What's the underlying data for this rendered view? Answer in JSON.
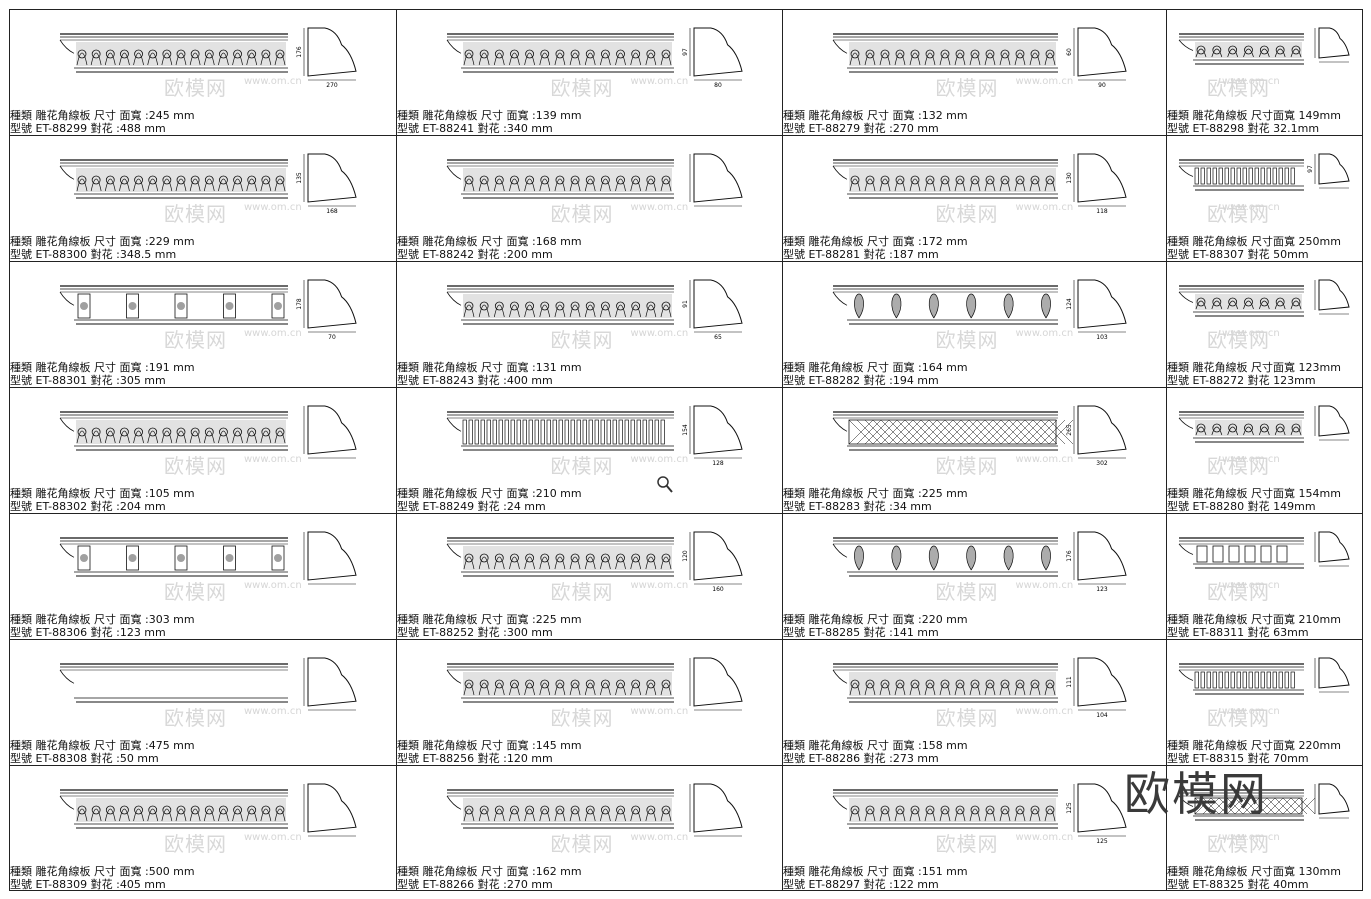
{
  "labels": {
    "type": "種類",
    "model": "型號",
    "category": "雕花角線板",
    "size": "尺寸",
    "face_width": "面寬",
    "repeat": "對花",
    "unit": "mm"
  },
  "watermark": {
    "brand": "欧模网",
    "url": "www.om.cn"
  },
  "items": [
    {
      "code": "ET-88299",
      "face": "245",
      "repeat": "488",
      "motif": "floral"
    },
    {
      "code": "ET-88241",
      "face": "139",
      "repeat": "340",
      "motif": "floral"
    },
    {
      "code": "ET-88279",
      "face": "132",
      "repeat": "270",
      "motif": "floral"
    },
    {
      "code": "ET-88298",
      "face": "149",
      "repeat": "32.1",
      "motif": "floral"
    },
    {
      "code": "ET-88300",
      "face": "229",
      "repeat": "348.5",
      "motif": "floral"
    },
    {
      "code": "ET-88242",
      "face": "168",
      "repeat": "200",
      "motif": "floral"
    },
    {
      "code": "ET-88281",
      "face": "172",
      "repeat": "187",
      "motif": "floral"
    },
    {
      "code": "ET-88307",
      "face": "250",
      "repeat": "50",
      "motif": "dentil"
    },
    {
      "code": "ET-88301",
      "face": "191",
      "repeat": "305",
      "motif": "column"
    },
    {
      "code": "ET-88243",
      "face": "131",
      "repeat": "400",
      "motif": "floral"
    },
    {
      "code": "ET-88282",
      "face": "164",
      "repeat": "194",
      "motif": "leaf"
    },
    {
      "code": "ET-88272",
      "face": "123",
      "repeat": "123",
      "motif": "floral"
    },
    {
      "code": "ET-88302",
      "face": "105",
      "repeat": "204",
      "motif": "floral"
    },
    {
      "code": "ET-88249",
      "face": "210",
      "repeat": "24",
      "motif": "dentil"
    },
    {
      "code": "ET-88283",
      "face": "225",
      "repeat": "34",
      "motif": "lattice"
    },
    {
      "code": "ET-88280",
      "face": "154",
      "repeat": "149",
      "motif": "floral"
    },
    {
      "code": "ET-88306",
      "face": "303",
      "repeat": "123",
      "motif": "column"
    },
    {
      "code": "ET-88252",
      "face": "225",
      "repeat": "300",
      "motif": "floral"
    },
    {
      "code": "ET-88285",
      "face": "220",
      "repeat": "141",
      "motif": "leaf"
    },
    {
      "code": "ET-88311",
      "face": "210",
      "repeat": "63",
      "motif": "bracket"
    },
    {
      "code": "ET-88308",
      "face": "475",
      "repeat": "50",
      "motif": "plain"
    },
    {
      "code": "ET-88256",
      "face": "145",
      "repeat": "120",
      "motif": "floral"
    },
    {
      "code": "ET-88286",
      "face": "158",
      "repeat": "273",
      "motif": "floral"
    },
    {
      "code": "ET-88315",
      "face": "220",
      "repeat": "70",
      "motif": "dentil"
    },
    {
      "code": "ET-88309",
      "face": "500",
      "repeat": "405",
      "motif": "floral"
    },
    {
      "code": "ET-88266",
      "face": "162",
      "repeat": "270",
      "motif": "scroll"
    },
    {
      "code": "ET-88297",
      "face": "151",
      "repeat": "122",
      "motif": "floral"
    },
    {
      "code": "ET-88325",
      "face": "130",
      "repeat": "40",
      "motif": "lattice"
    }
  ],
  "profile_dims": [
    [
      "176",
      "270"
    ],
    [
      "97",
      "80"
    ],
    [
      "60",
      "90"
    ],
    [
      "",
      ""
    ],
    [
      "135",
      "168"
    ],
    [
      "",
      ""
    ],
    [
      "130",
      "118"
    ],
    [
      "97",
      ""
    ],
    [
      "178",
      "70"
    ],
    [
      "91",
      "65"
    ],
    [
      "124",
      "103"
    ],
    [
      "",
      ""
    ],
    [
      "",
      ""
    ],
    [
      "154",
      "128"
    ],
    [
      "265",
      "302"
    ],
    [
      "",
      ""
    ],
    [
      "",
      ""
    ],
    [
      "120",
      "160"
    ],
    [
      "176",
      "123"
    ],
    [
      "",
      ""
    ],
    [
      "",
      ""
    ],
    [
      "",
      ""
    ],
    [
      "111",
      "104"
    ],
    [
      "",
      ""
    ],
    [
      "",
      ""
    ],
    [
      "",
      ""
    ],
    [
      "125",
      "125"
    ],
    [
      "",
      ""
    ]
  ],
  "big_watermark": "欧模网"
}
